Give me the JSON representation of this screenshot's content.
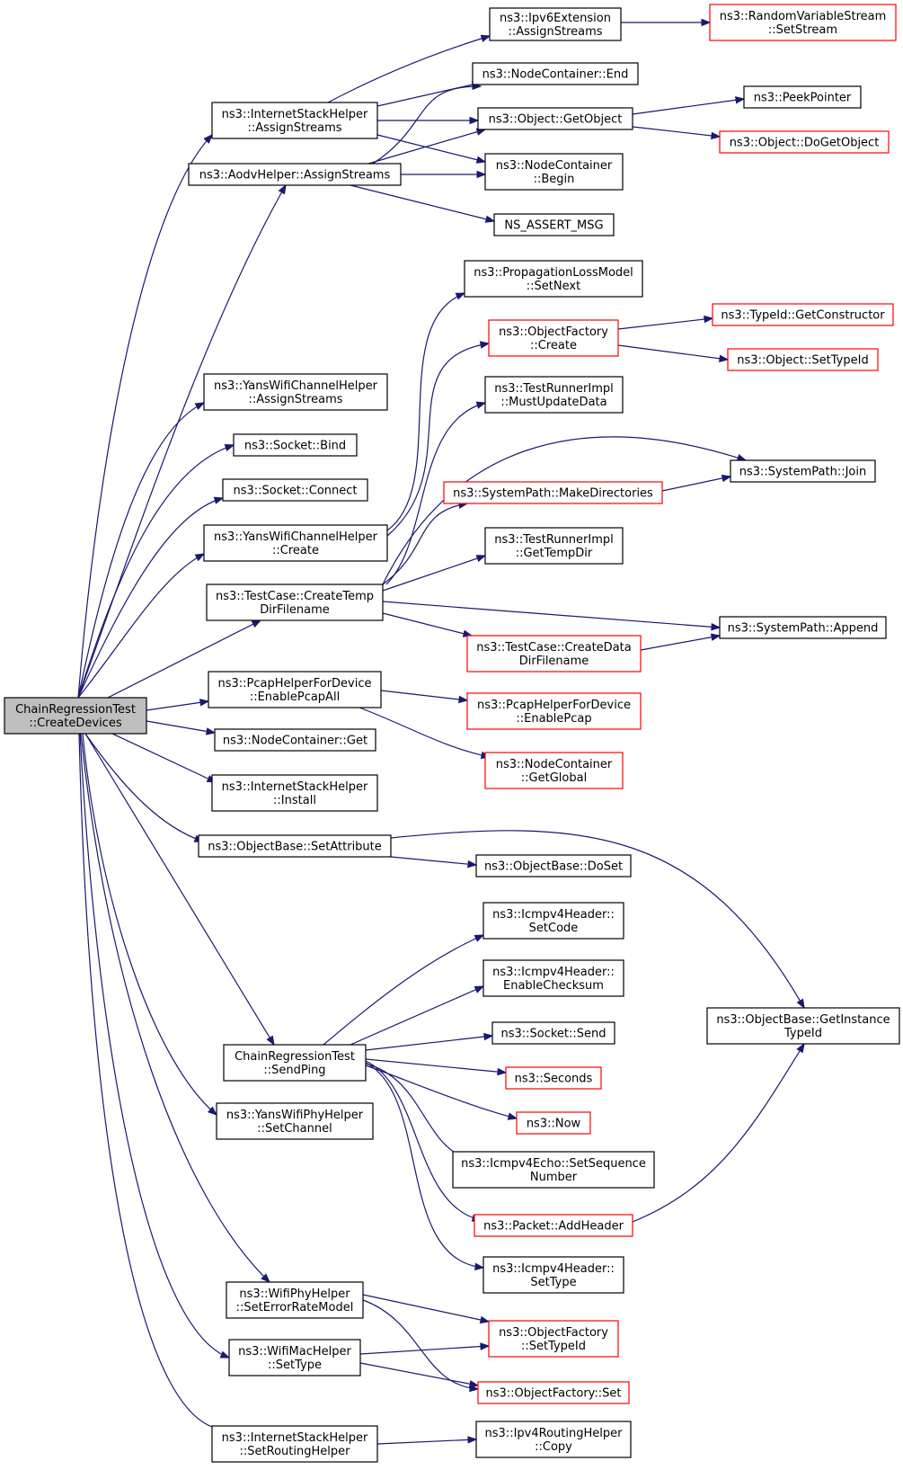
{
  "nodes": {
    "root": [
      "ChainRegressionTest",
      "::CreateDevices"
    ],
    "ish_assign": [
      "ns3::InternetStackHelper",
      "::AssignStreams"
    ],
    "aodv_assign": [
      "ns3::AodvHelper::AssignStreams"
    ],
    "yans_ch_assign": [
      "ns3::YansWifiChannelHelper",
      "::AssignStreams"
    ],
    "socket_bind": [
      "ns3::Socket::Bind"
    ],
    "socket_connect": [
      "ns3::Socket::Connect"
    ],
    "yans_ch_create": [
      "ns3::YansWifiChannelHelper",
      "::Create"
    ],
    "testcase_tmp": [
      "ns3::TestCase::CreateTemp",
      "DirFilename"
    ],
    "pcap_all": [
      "ns3::PcapHelperForDevice",
      "::EnablePcapAll"
    ],
    "nc_get": [
      "ns3::NodeContainer::Get"
    ],
    "ish_install": [
      "ns3::InternetStackHelper",
      "::Install"
    ],
    "ob_setattr": [
      "ns3::ObjectBase::SetAttribute"
    ],
    "send_ping": [
      "ChainRegressionTest",
      "::SendPing"
    ],
    "yans_phy_setch": [
      "ns3::YansWifiPhyHelper",
      "::SetChannel"
    ],
    "wifiphy_erm": [
      "ns3::WifiPhyHelper",
      "::SetErrorRateModel"
    ],
    "wifimac_settype": [
      "ns3::WifiMacHelper",
      "::SetType"
    ],
    "ish_routing": [
      "ns3::InternetStackHelper",
      "::SetRoutingHelper"
    ],
    "ipv6ext_assign": [
      "ns3::Ipv6Extension",
      "::AssignStreams"
    ],
    "nc_end": [
      "ns3::NodeContainer::End"
    ],
    "obj_getobject": [
      "ns3::Object::GetObject"
    ],
    "nc_begin": [
      "ns3::NodeContainer",
      "::Begin"
    ],
    "ns_assert": [
      "NS_ASSERT_MSG"
    ],
    "plm_setnext": [
      "ns3::PropagationLossModel",
      "::SetNext"
    ],
    "of_create": [
      "ns3::ObjectFactory",
      "::Create"
    ],
    "tri_mustupdate": [
      "ns3::TestRunnerImpl",
      "::MustUpdateData"
    ],
    "sp_makedirs": [
      "ns3::SystemPath::MakeDirectories"
    ],
    "tri_gettemp": [
      "ns3::TestRunnerImpl",
      "::GetTempDir"
    ],
    "testcase_data": [
      "ns3::TestCase::CreateData",
      "DirFilename"
    ],
    "pcap_enable": [
      "ns3::PcapHelperForDevice",
      "::EnablePcap"
    ],
    "nc_getglobal": [
      "ns3::NodeContainer",
      "::GetGlobal"
    ],
    "ob_doset": [
      "ns3::ObjectBase::DoSet"
    ],
    "icmp_setcode": [
      "ns3::Icmpv4Header::",
      "SetCode"
    ],
    "icmp_enablecs": [
      "ns3::Icmpv4Header::",
      "EnableChecksum"
    ],
    "socket_send": [
      "ns3::Socket::Send"
    ],
    "seconds": [
      "ns3::Seconds"
    ],
    "now": [
      "ns3::Now"
    ],
    "echo_setseq": [
      "ns3::Icmpv4Echo::SetSequence",
      "Number"
    ],
    "pkt_addheader": [
      "ns3::Packet::AddHeader"
    ],
    "icmp_settype": [
      "ns3::Icmpv4Header::",
      "SetType"
    ],
    "of_settypeid": [
      "ns3::ObjectFactory",
      "::SetTypeId"
    ],
    "of_set": [
      "ns3::ObjectFactory::Set"
    ],
    "ipv4rh_copy": [
      "ns3::Ipv4RoutingHelper",
      "::Copy"
    ],
    "rvs_setstream": [
      "ns3::RandomVariableStream",
      "::SetStream"
    ],
    "peekpointer": [
      "ns3::PeekPointer"
    ],
    "obj_dogetobject": [
      "ns3::Object::DoGetObject"
    ],
    "typeid_getctor": [
      "ns3::TypeId::GetConstructor"
    ],
    "obj_settypeid": [
      "ns3::Object::SetTypeId"
    ],
    "sp_join": [
      "ns3::SystemPath::Join"
    ],
    "sp_append": [
      "ns3::SystemPath::Append"
    ],
    "ob_getinstance": [
      "ns3::ObjectBase::GetInstance",
      "TypeId"
    ]
  },
  "colors": {
    "edge": "#191970",
    "node_border": "#000000",
    "missing_border": "#ff0000",
    "root_fill": "#bfbfbf"
  }
}
